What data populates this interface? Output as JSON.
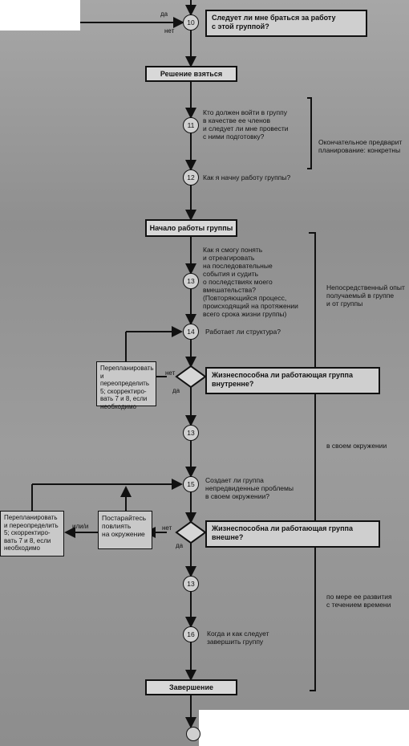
{
  "top": {
    "yes_label": "да",
    "no_label": "нет",
    "q10_num": "10",
    "q10_text": "Следует ли мне браться за работу\nс этой группой?"
  },
  "decision_taken": "Решение взяться",
  "q11": {
    "num": "11",
    "text": "Кто должен войти в группу\nв качестве ее членов\nи следует ли мне провести\nс ними подготовку?"
  },
  "q12": {
    "num": "12",
    "text": "Как я начну работу группы?"
  },
  "note_final_planning": "Окончательное предварит\nпланирование: конкретны",
  "start_work": "Начало работы группы",
  "q13a": {
    "num": "13",
    "text": "Как я смогу понять\nи отреагировать\nна последовательные\nсобытия и судить\nо последствиях моего\nвмешательства?\n(Повторяющийся процесс,\nпроисходящий на протяжении\nвсего срока жизни группы)"
  },
  "note_experience": "Непосредственный опыт\nполучаемый в группе\nи от группы",
  "q14": {
    "num": "14",
    "text": "Работает ли структура?"
  },
  "replan1": "Перепланировать\nи переопределить\n5; скорректиро-\nвать 7 и 8, если\nнеобходимо",
  "decision_internal": {
    "no": "нет",
    "yes": "да",
    "text": "Жизнеспособна ли работающая группа\nвнутренне?"
  },
  "q13b": {
    "num": "13"
  },
  "note_environment": "в своем окружении",
  "q15": {
    "num": "15",
    "text": "Создает ли группа\nнепредвиденные проблемы\nв своем окружении?"
  },
  "replan2": "Перепланировать\nи переопределить\n5; скорректиро-\nвать 7 и 8, если\nнеобходимо",
  "or_label": "или/и",
  "influence": "Постарайтесь\nповлиять\nна окружение",
  "decision_external": {
    "no": "нет",
    "yes": "да",
    "text": "Жизнеспособна ли работающая группа\nвнешне?"
  },
  "q13c": {
    "num": "13"
  },
  "note_development": "по мере ее развития\nс течением времени",
  "q16": {
    "num": "16",
    "text": "Когда и как следует\nзавершить группу"
  },
  "completion": "Завершение"
}
